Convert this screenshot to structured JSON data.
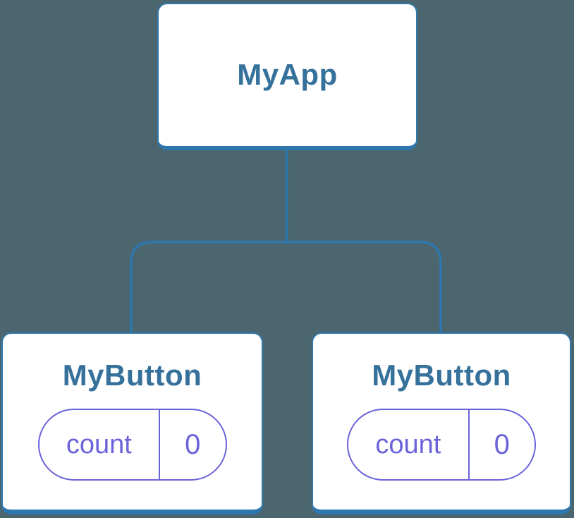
{
  "diagram": {
    "root": {
      "label": "MyApp"
    },
    "children": [
      {
        "label": "MyButton",
        "state": {
          "name": "count",
          "value": "0"
        }
      },
      {
        "label": "MyButton",
        "state": {
          "name": "count",
          "value": "0"
        }
      }
    ],
    "colors": {
      "background": "#4c6670",
      "box_fill": "#ffffff",
      "box_border": "#3179ad",
      "box_bottom": "#2d76ae",
      "connector": "#2d76ae",
      "title_text": "#35719b",
      "state_accent": "#6b63da"
    }
  }
}
